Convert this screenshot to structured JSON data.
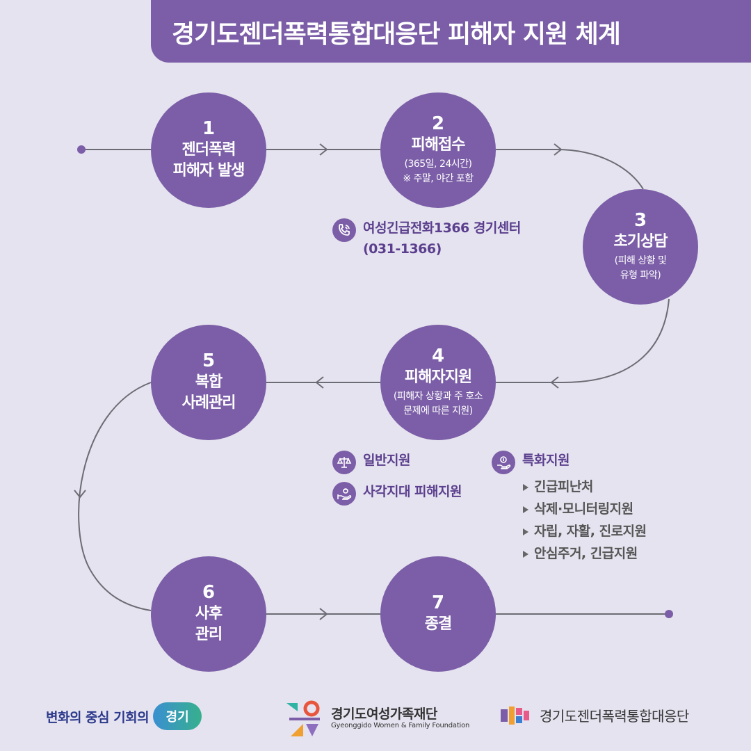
{
  "title": "경기도젠더폭력통합대응단 피해자 지원 체계",
  "steps": [
    {
      "num": "1",
      "title": "젠더폭력\n피해자 발생",
      "sub": ""
    },
    {
      "num": "2",
      "title": "피해접수",
      "sub": "(365일, 24시간)\n※ 주말, 야간 포함"
    },
    {
      "num": "3",
      "title": "초기상담",
      "sub": "(피해 상황 및\n유형 파악)"
    },
    {
      "num": "4",
      "title": "피해자지원",
      "sub": "(피해자 상황과 주 호소\n문제에 따른 지원)"
    },
    {
      "num": "5",
      "title": "복합\n사례관리",
      "sub": ""
    },
    {
      "num": "6",
      "title": "사후\n관리",
      "sub": ""
    },
    {
      "num": "7",
      "title": "종결",
      "sub": ""
    }
  ],
  "hotline": {
    "text": "여성긴급전화1366 경기센터\n(031-1366)",
    "icon": "phone-icon"
  },
  "support": {
    "general": {
      "text": "일반지원",
      "icon": "scale-icon"
    },
    "blind_spot": {
      "text": "사각지대 피해지원",
      "icon": "hand-care-icon"
    },
    "special": {
      "text": "특화지원",
      "icon": "hand-money-icon"
    },
    "special_items": [
      "긴급피난처",
      "삭제·모니터링지원",
      "자립, 자활, 진로지원",
      "안심주거, 긴급지원"
    ]
  },
  "footer": {
    "slogan": "변화의 중심 기회의",
    "slogan_badge": "경기",
    "foundation_name": "경기도여성가족재단",
    "foundation_eng": "Gyeonggido Women & Family Foundation",
    "center_name": "경기도젠더폭력통합대응단"
  },
  "colors": {
    "accent": "#7b5ea7",
    "background": "#e5e3ef",
    "slogan": "#2d3a8c"
  }
}
